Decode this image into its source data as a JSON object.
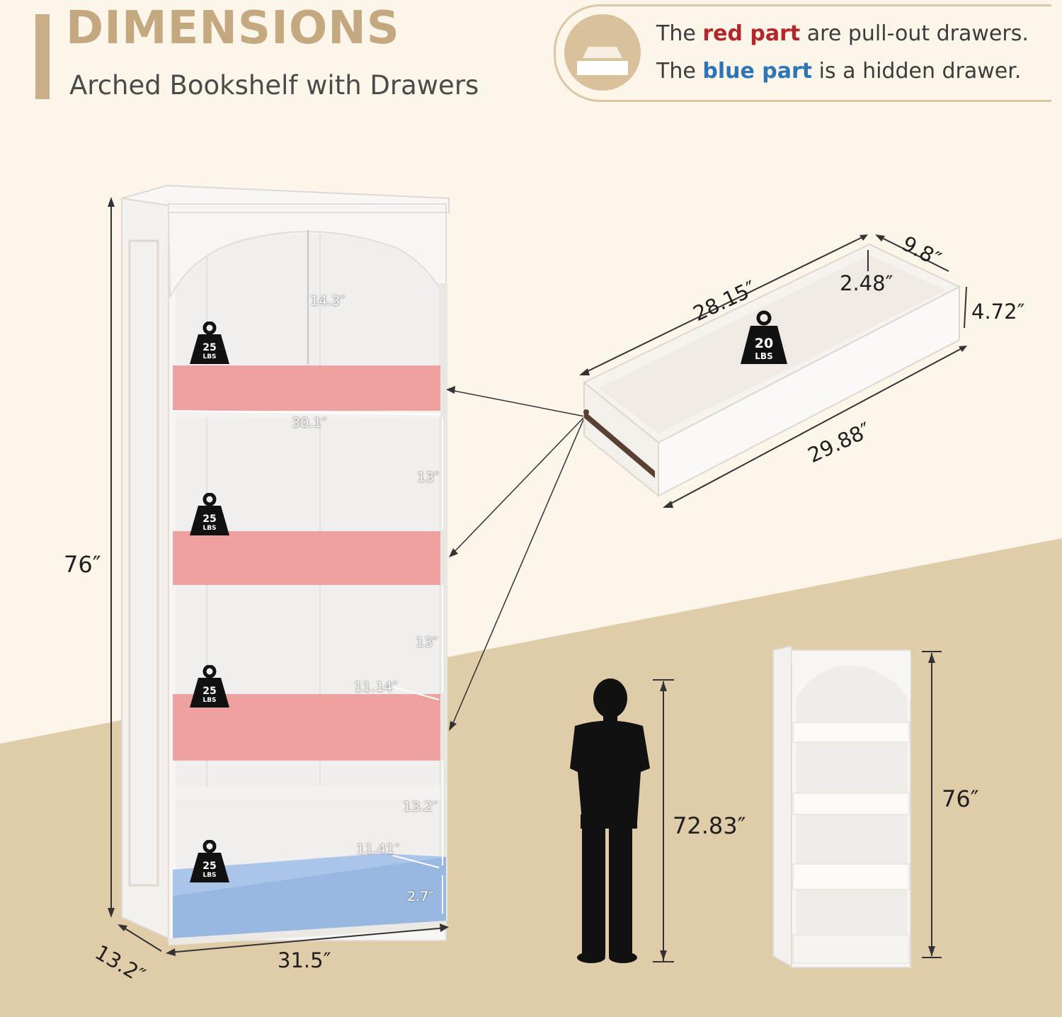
{
  "header": {
    "title": "DIMENSIONS",
    "subtitle": "Arched Bookshelf with Drawers"
  },
  "note": {
    "line1_before": "The ",
    "line1_highlight": "red part",
    "line1_after": " are pull-out drawers.",
    "line2_before": "The ",
    "line2_highlight": "blue part",
    "line2_after": " is a hidden drawer."
  },
  "colors": {
    "accent": "#c4a87f",
    "floor": "#e0cca9",
    "red_drawer": "#eea2a0",
    "blue_drawer": "#98b8e2",
    "red_text": "#b3262a",
    "blue_text": "#2f74b5"
  },
  "bookshelf": {
    "height": "76″",
    "depth": "13.2″",
    "width": "31.5″",
    "top_opening": "14.3″",
    "inner_width": "30.1″",
    "gap1": "13″",
    "gap2": "13″",
    "gap3": "13.2″",
    "shelf_depth1": "11.14″",
    "shelf_depth2": "11.41″",
    "bottom_drawer": "2.7″",
    "weight_top": "25",
    "weight_unit": "LBS"
  },
  "drawer": {
    "length_top": "28.15″",
    "depth": "9.8″",
    "inner_height": "2.48″",
    "outer_height": "4.72″",
    "length_bottom": "29.88″",
    "weight": "20",
    "weight_unit": "LBS"
  },
  "comparison": {
    "person_height": "72.83″",
    "shelf_height": "76″"
  }
}
